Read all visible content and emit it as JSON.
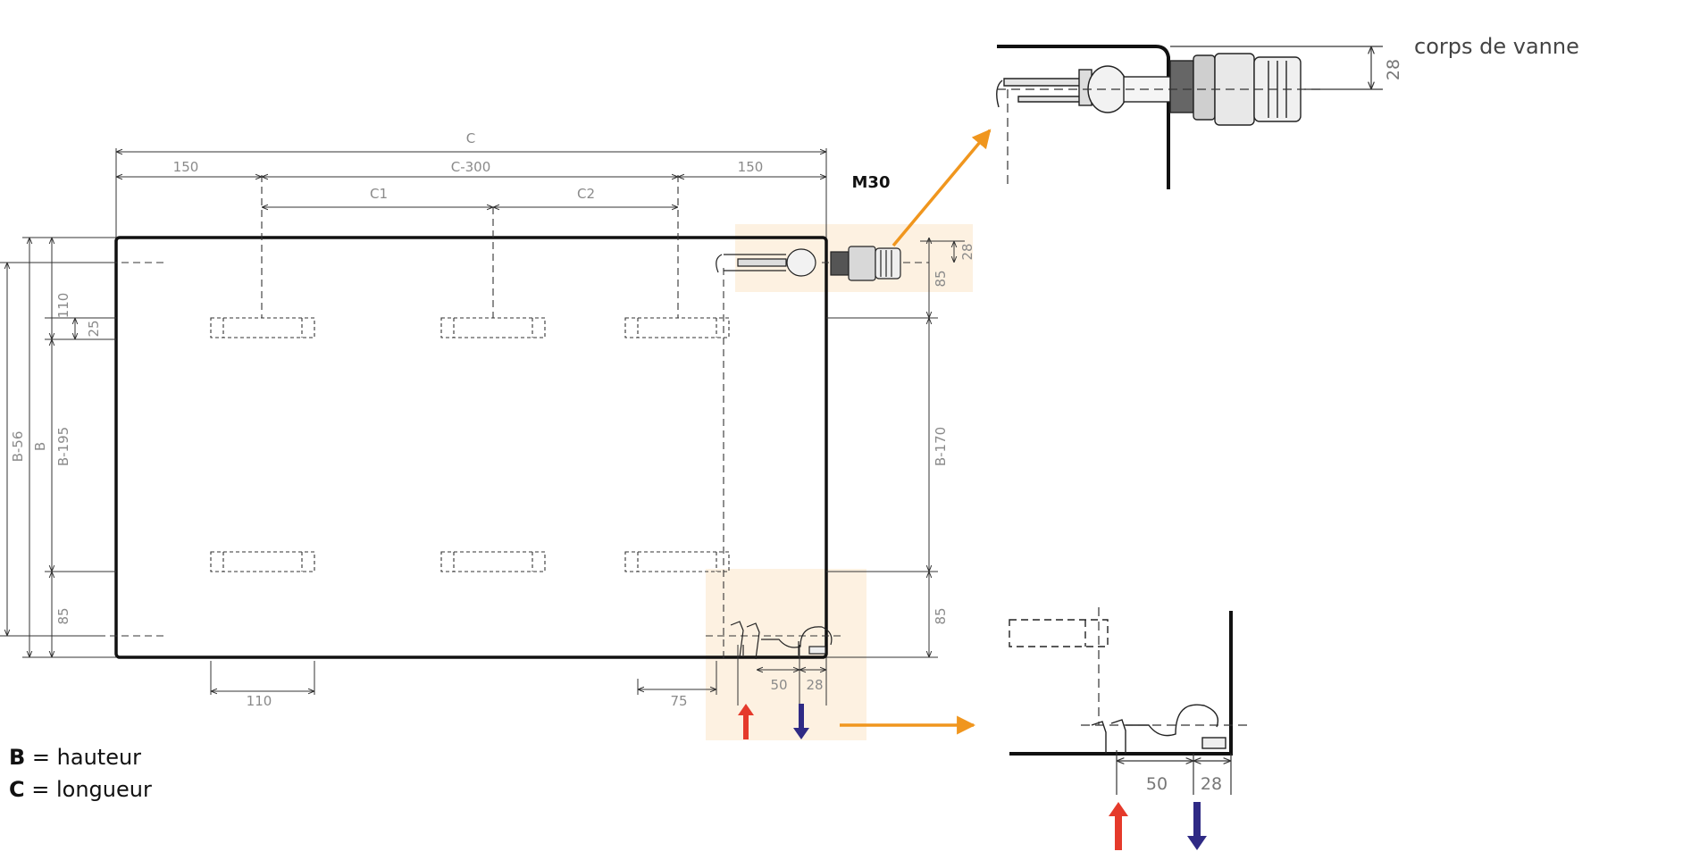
{
  "dimensions_top": {
    "c": "C",
    "left_150": "150",
    "c_minus_300": "C-300",
    "right_150": "150",
    "c1": "C1",
    "c2": "C2"
  },
  "dimensions_left": {
    "b_minus_56": "B-56",
    "b": "B",
    "b_minus_195": "B-195",
    "d110": "110",
    "d25": "25",
    "d85": "85"
  },
  "dimensions_right": {
    "d28": "28",
    "d85_top": "85",
    "b_minus_170": "B-170",
    "d85_bottom": "85"
  },
  "dimensions_bottom": {
    "d110": "110",
    "d75": "75",
    "d50": "50",
    "d28": "28"
  },
  "valve_label": "M30",
  "detail_top": {
    "caption": "corps de vanne",
    "dim28": "28"
  },
  "detail_bottom": {
    "dim50": "50",
    "dim28": "28"
  },
  "legend": [
    {
      "key": "B",
      "text": " = hauteur"
    },
    {
      "key": "C",
      "text": " = longueur"
    }
  ],
  "colors": {
    "arrow_supply": "#e53a2b",
    "arrow_return": "#2f2a85",
    "callout_arrow": "#f0961e",
    "highlight": "#fdf1e1"
  }
}
